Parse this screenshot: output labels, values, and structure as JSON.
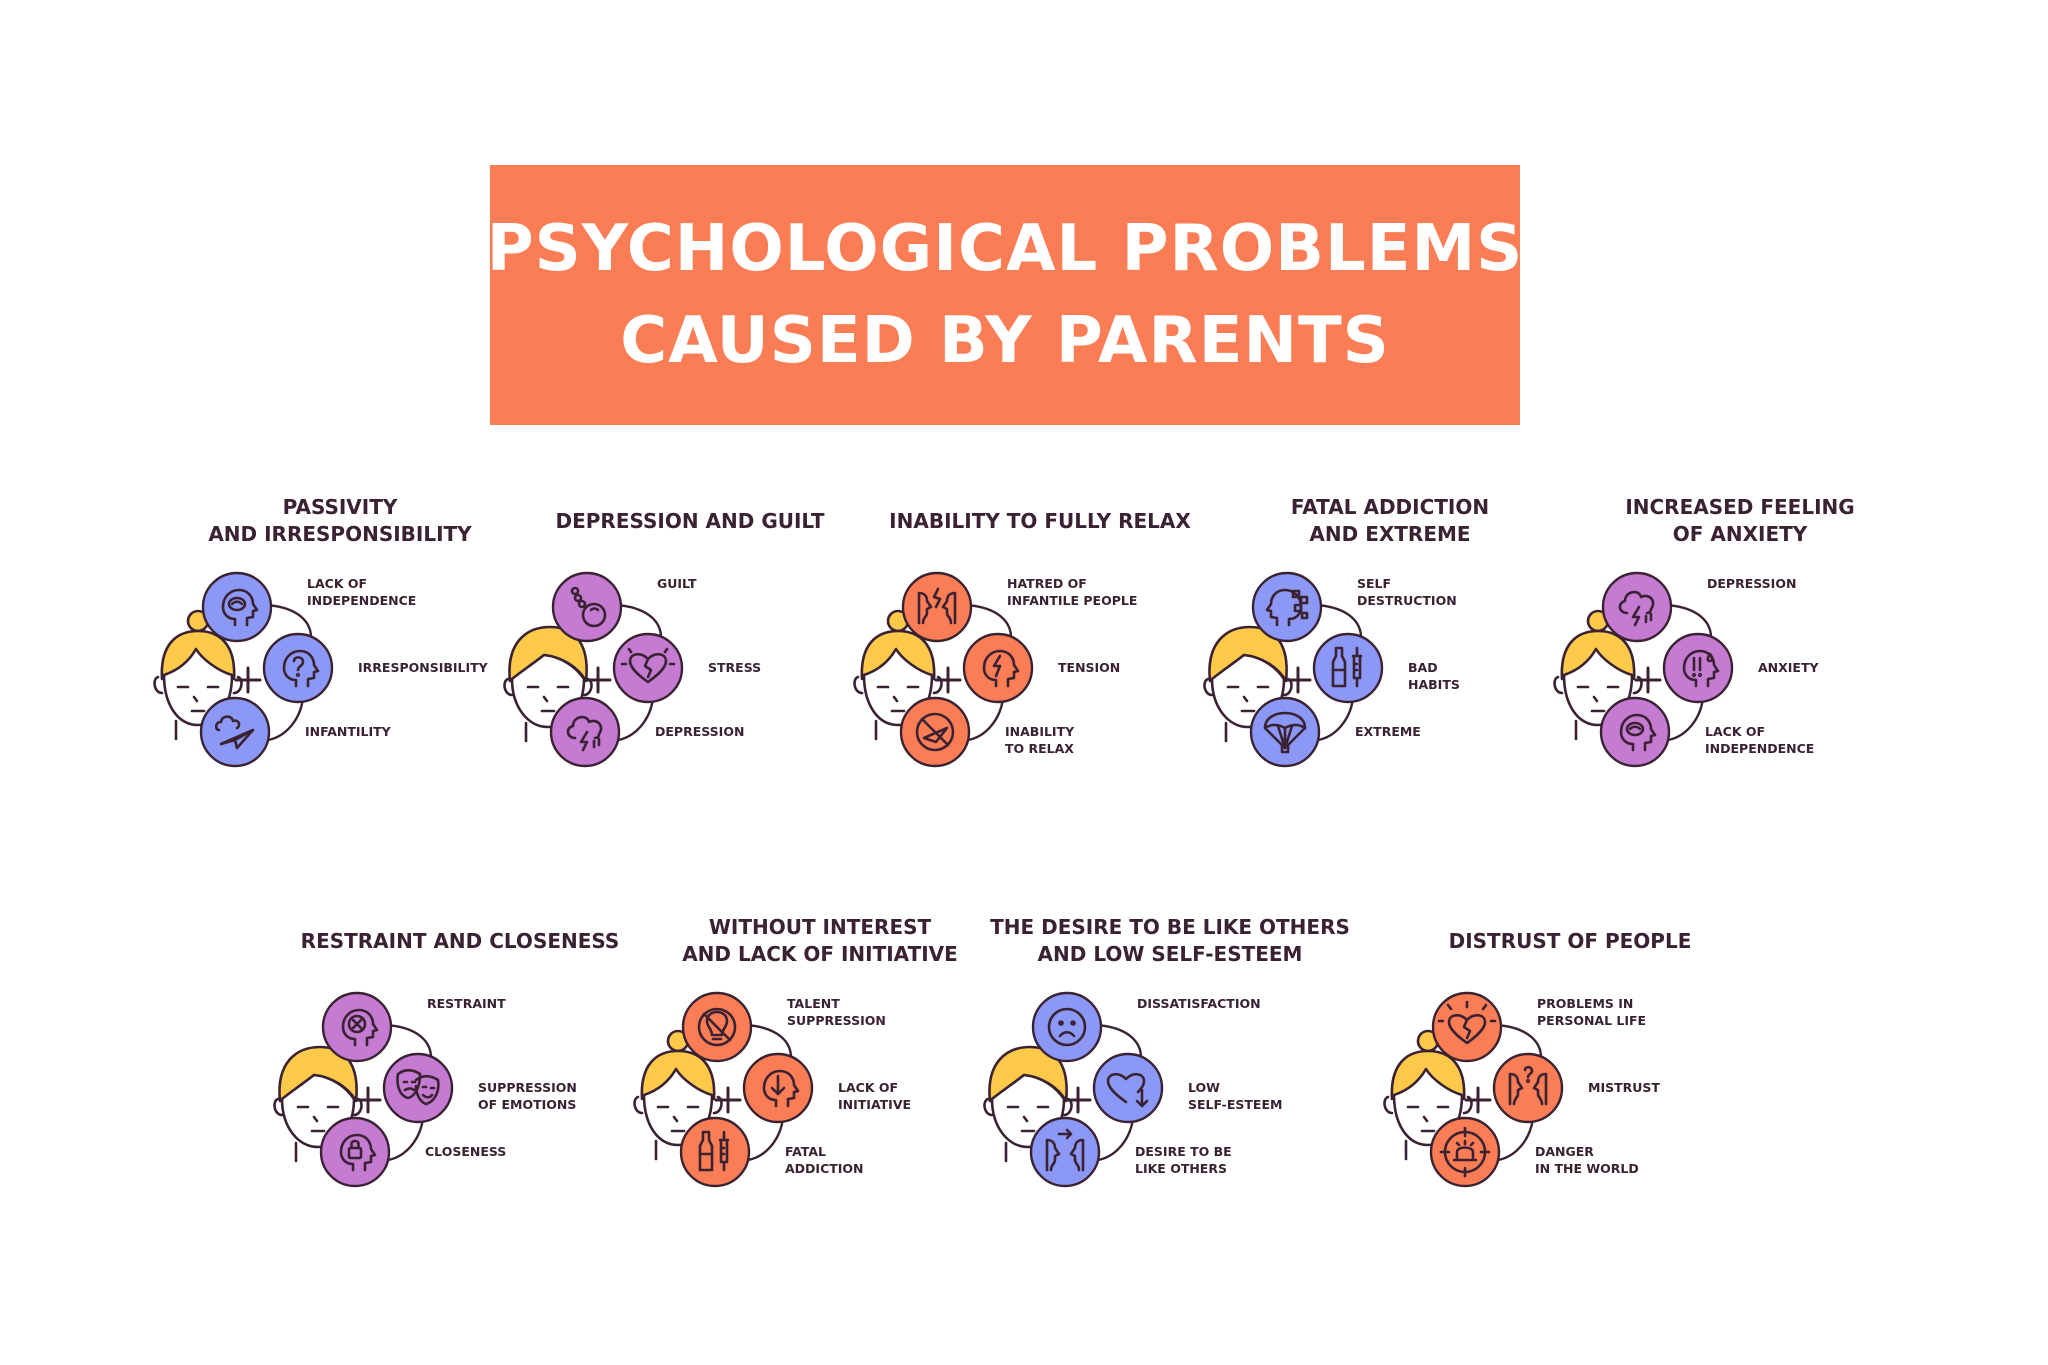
{
  "page": {
    "title_lines": [
      "PSYCHOLOGICAL PROBLEMS",
      "CAUSED BY PARENTS"
    ]
  },
  "colors": {
    "banner": "#fb7d55",
    "orange": "#fb7d55",
    "purple": "#c47bd1",
    "blue": "#8c98f5",
    "hair": "#ffc94a",
    "ink": "#3a2233"
  },
  "cards": [
    {
      "title_lines": [
        "PASSIVITY",
        "AND IRRESPONSIBILITY"
      ],
      "face": "woman",
      "color": "blue",
      "items": [
        {
          "icon": "brain-head-icon",
          "label_lines": [
            "LACK OF",
            "INDEPENDENCE"
          ]
        },
        {
          "icon": "question-head-icon",
          "label_lines": [
            "IRRESPONSIBILITY"
          ]
        },
        {
          "icon": "paper-plane-cloud-icon",
          "label_lines": [
            "INFANTILITY"
          ]
        }
      ]
    },
    {
      "title_lines": [
        "DEPRESSION AND GUILT"
      ],
      "face": "man",
      "color": "purple",
      "items": [
        {
          "icon": "ball-and-chain-icon",
          "label_lines": [
            "GUILT"
          ]
        },
        {
          "icon": "broken-heart-icon",
          "label_lines": [
            "STRESS"
          ]
        },
        {
          "icon": "storm-cloud-icon",
          "label_lines": [
            "DEPRESSION"
          ]
        }
      ]
    },
    {
      "title_lines": [
        "INABILITY TO FULLY RELAX"
      ],
      "face": "woman",
      "color": "orange",
      "items": [
        {
          "icon": "faces-conflict-icon",
          "label_lines": [
            "HATRED OF",
            "INFANTILE PEOPLE"
          ]
        },
        {
          "icon": "lightning-head-icon",
          "label_lines": [
            "TENSION"
          ]
        },
        {
          "icon": "no-paper-plane-icon",
          "label_lines": [
            "INABILITY",
            "TO RELAX"
          ]
        }
      ]
    },
    {
      "title_lines": [
        "FATAL ADDICTION",
        "AND EXTREME"
      ],
      "face": "man",
      "color": "blue",
      "items": [
        {
          "icon": "disintegrating-head-icon",
          "label_lines": [
            "SELF",
            "DESTRUCTION"
          ]
        },
        {
          "icon": "bottle-syringe-icon",
          "label_lines": [
            "BAD",
            "HABITS"
          ]
        },
        {
          "icon": "parachute-icon",
          "label_lines": [
            "EXTREME"
          ]
        }
      ]
    },
    {
      "title_lines": [
        "INCREASED FEELING",
        "OF ANXIETY"
      ],
      "face": "woman",
      "color": "purple",
      "items": [
        {
          "icon": "storm-cloud-icon",
          "label_lines": [
            "DEPRESSION"
          ]
        },
        {
          "icon": "exclamation-head-icon",
          "label_lines": [
            "ANXIETY"
          ]
        },
        {
          "icon": "brain-head-icon",
          "label_lines": [
            "LACK OF",
            "INDEPENDENCE"
          ]
        }
      ]
    },
    {
      "title_lines": [
        "RESTRAINT AND CLOSENESS"
      ],
      "face": "man",
      "color": "purple",
      "items": [
        {
          "icon": "cross-head-icon",
          "label_lines": [
            "RESTRAINT"
          ]
        },
        {
          "icon": "theater-masks-icon",
          "label_lines": [
            "SUPPRESSION",
            "OF EMOTIONS"
          ]
        },
        {
          "icon": "lock-head-icon",
          "label_lines": [
            "CLOSENESS"
          ]
        }
      ]
    },
    {
      "title_lines": [
        "WITHOUT INTEREST",
        "AND LACK OF INITIATIVE"
      ],
      "face": "woman",
      "color": "orange",
      "items": [
        {
          "icon": "no-lightbulb-icon",
          "label_lines": [
            "TALENT",
            "SUPPRESSION"
          ]
        },
        {
          "icon": "down-arrow-head-icon",
          "label_lines": [
            "LACK OF",
            "INITIATIVE"
          ]
        },
        {
          "icon": "bottle-syringe-icon",
          "label_lines": [
            "FATAL",
            "ADDICTION"
          ]
        }
      ]
    },
    {
      "title_lines": [
        "THE DESIRE TO BE LIKE OTHERS",
        "AND LOW SELF-ESTEEM"
      ],
      "face": "man",
      "color": "blue",
      "items": [
        {
          "icon": "sad-face-icon",
          "label_lines": [
            "DISSATISFACTION"
          ]
        },
        {
          "icon": "falling-heart-icon",
          "label_lines": [
            "LOW",
            "SELF-ESTEEM"
          ]
        },
        {
          "icon": "faces-arrow-icon",
          "label_lines": [
            "DESIRE TO BE",
            "LIKE OTHERS"
          ]
        }
      ]
    },
    {
      "title_lines": [
        "DISTRUST OF PEOPLE"
      ],
      "face": "woman",
      "color": "orange",
      "items": [
        {
          "icon": "shining-broken-heart-icon",
          "label_lines": [
            "PROBLEMS IN",
            "PERSONAL LIFE"
          ]
        },
        {
          "icon": "faces-question-icon",
          "label_lines": [
            "MISTRUST"
          ]
        },
        {
          "icon": "alarm-target-icon",
          "label_lines": [
            "DANGER",
            "IN THE WORLD"
          ]
        }
      ]
    }
  ]
}
